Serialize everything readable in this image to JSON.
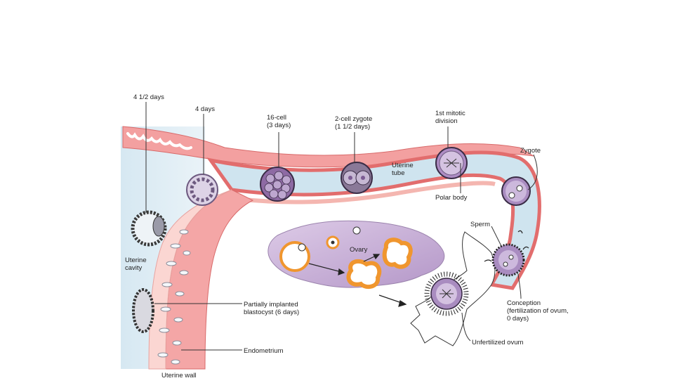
{
  "labels": {
    "day_4_5": "4 1/2 days",
    "day_4": "4 days",
    "cell_16": "16-cell\n(3 days)",
    "zygote_2cell": "2-cell zygote\n(1 1/2 days)",
    "mitotic": "1st mitotic\ndivision",
    "zygote": "Zygote",
    "uterine_tube": "Uterine\ntube",
    "polar_body": "Polar body",
    "sperm": "Sperm",
    "ovary": "Ovary",
    "uterine_cavity": "Uterine\ncavity",
    "partially_implanted": "Partially implanted\nblastocyst (6 days)",
    "endometrium": "Endometrium",
    "uterine_wall": "Uterine wall",
    "conception": "Conception\n(fertilization of ovum,\n0 days)",
    "unfertilized_ovum": "Unfertilized ovum"
  },
  "colors": {
    "wall": "#f08a8a",
    "wall_light": "#fbd6d2",
    "tube_lumen": "#cfe4ef",
    "ovary": "#c9b1d8",
    "follicle": "#f0962e",
    "cell_purple": "#8e6aa4",
    "cell_light": "#d9c9e6"
  }
}
